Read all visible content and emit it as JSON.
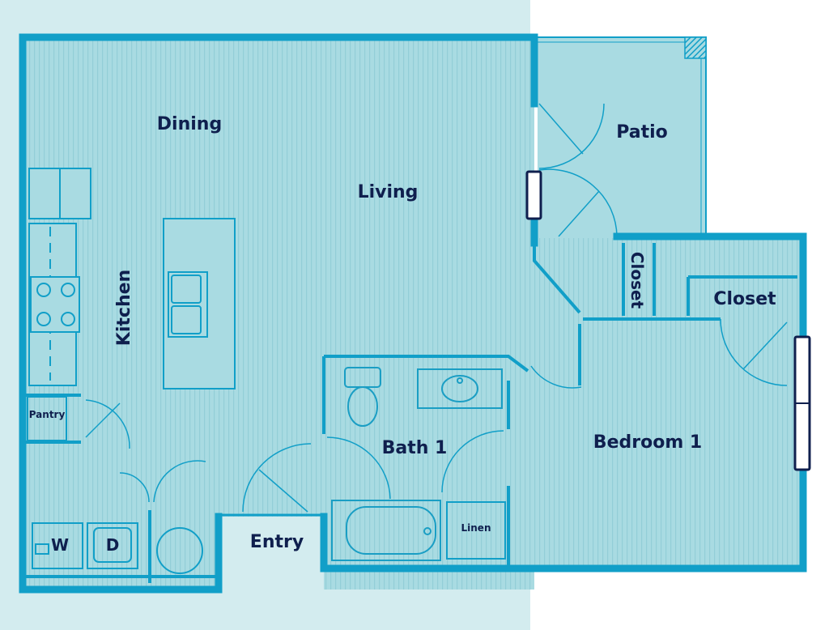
{
  "colors": {
    "bg_left": "#d3ecef",
    "floor": "#a9dbe2",
    "floor_stripe": "#92cdd6",
    "wall": "#119fc8",
    "fixture": "#1a9ec4",
    "label": "#0f1f4e",
    "window_fill": "#ffffff",
    "window_stroke": "#0f1f4e"
  },
  "rooms": {
    "dining": "Dining",
    "living": "Living",
    "patio": "Patio",
    "kitchen": "Kitchen",
    "closet_hall": "Closet",
    "closet_bedroom": "Closet",
    "pantry": "Pantry",
    "bath": "Bath 1",
    "bedroom": "Bedroom 1",
    "entry": "Entry",
    "linen": "Linen",
    "washer": "W",
    "dryer": "D"
  }
}
